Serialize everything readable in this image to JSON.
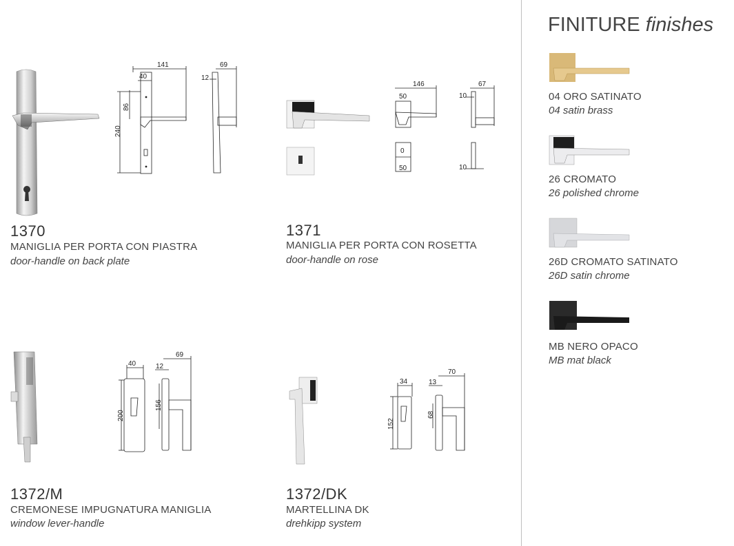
{
  "products": [
    {
      "code": "1370",
      "name": "MANIGLIA PER PORTA CON PIASTRA",
      "sub": "door-handle on back plate",
      "dims": {
        "w": "141",
        "a": "40",
        "h1": "86",
        "h2": "240",
        "side_w": "69",
        "side_a": "12"
      }
    },
    {
      "code": "1371",
      "name": "MANIGLIA PER PORTA CON ROSETTA",
      "sub": "door-handle on rose",
      "dims": {
        "w": "146",
        "a": "50",
        "b": "0",
        "c": "50",
        "side_w": "67",
        "side_a": "10",
        "side_b": "10"
      }
    },
    {
      "code": "1372/M",
      "name": "CREMONESE IMPUGNATURA MANIGLIA",
      "sub": "window lever-handle",
      "dims": {
        "a": "40",
        "h1": "200",
        "h2": "156",
        "side_w": "69",
        "side_a": "12"
      }
    },
    {
      "code": "1372/DK",
      "name": "MARTELLINA DK",
      "sub": "drehkipp system",
      "dims": {
        "a": "34",
        "h1": "152",
        "h2": "68",
        "side_w": "70",
        "side_a": "13"
      }
    }
  ],
  "finishes_title": {
    "main": "FINITURE",
    "italic": "finishes"
  },
  "finishes": [
    {
      "name": "04 ORO SATINATO",
      "sub": "04 satin brass",
      "color": "#d9b978",
      "dark": "#b8944f"
    },
    {
      "name": "26 CROMATO",
      "sub": "26 polished chrome",
      "color": "#e8e8ea",
      "dark": "#222222"
    },
    {
      "name": "26D CROMATO SATINATO",
      "sub": "26D satin chrome",
      "color": "#d8d9dc",
      "dark": "#a9abaf"
    },
    {
      "name": "MB NERO OPACO",
      "sub": "MB mat black",
      "color": "#2a2a2a",
      "dark": "#111111"
    }
  ]
}
